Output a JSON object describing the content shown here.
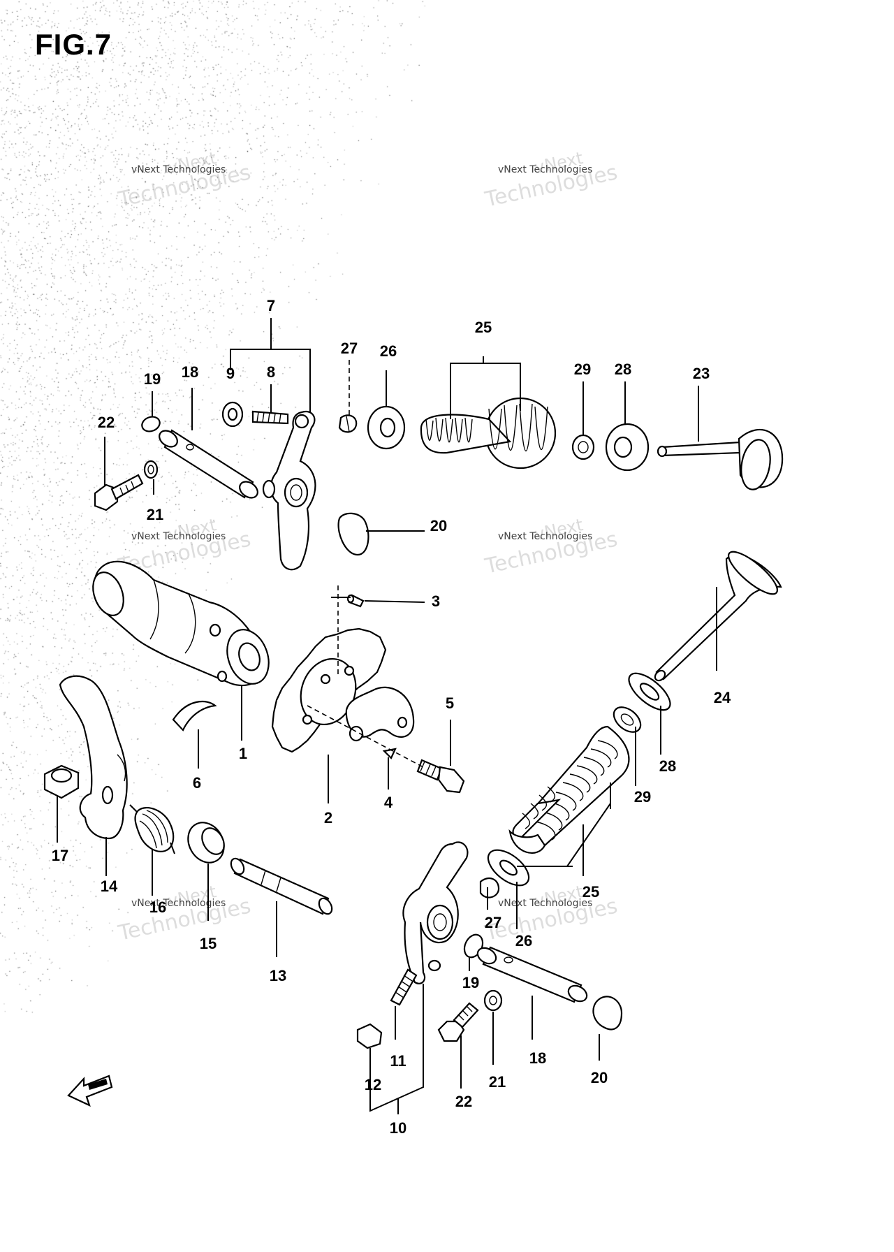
{
  "figure": {
    "title": "FIG.7"
  },
  "watermark": {
    "line1": "vNext",
    "line2": "vNext Technologies",
    "line3": "Technologies"
  },
  "callouts": [
    "1",
    "2",
    "3",
    "4",
    "5",
    "6",
    "7",
    "8",
    "9",
    "10",
    "11",
    "12",
    "13",
    "14",
    "15",
    "16",
    "17",
    "18",
    "19",
    "20",
    "21",
    "22",
    "23",
    "24",
    "25",
    "26",
    "27",
    "28",
    "29"
  ],
  "labels": [
    {
      "text": "7"
    },
    {
      "text": "9"
    },
    {
      "text": "8"
    },
    {
      "text": "19"
    },
    {
      "text": "18"
    },
    {
      "text": "22"
    },
    {
      "text": "21"
    },
    {
      "text": "27"
    },
    {
      "text": "26"
    },
    {
      "text": "25"
    },
    {
      "text": "29"
    },
    {
      "text": "28"
    },
    {
      "text": "23"
    },
    {
      "text": "20"
    },
    {
      "text": "3"
    },
    {
      "text": "1"
    },
    {
      "text": "6"
    },
    {
      "text": "2"
    },
    {
      "text": "4"
    },
    {
      "text": "5"
    },
    {
      "text": "24"
    },
    {
      "text": "28"
    },
    {
      "text": "29"
    },
    {
      "text": "25"
    },
    {
      "text": "17"
    },
    {
      "text": "14"
    },
    {
      "text": "16"
    },
    {
      "text": "15"
    },
    {
      "text": "13"
    },
    {
      "text": "27"
    },
    {
      "text": "26"
    },
    {
      "text": "19"
    },
    {
      "text": "18"
    },
    {
      "text": "20"
    },
    {
      "text": "21"
    },
    {
      "text": "22"
    },
    {
      "text": "11"
    },
    {
      "text": "12"
    },
    {
      "text": "10"
    }
  ]
}
